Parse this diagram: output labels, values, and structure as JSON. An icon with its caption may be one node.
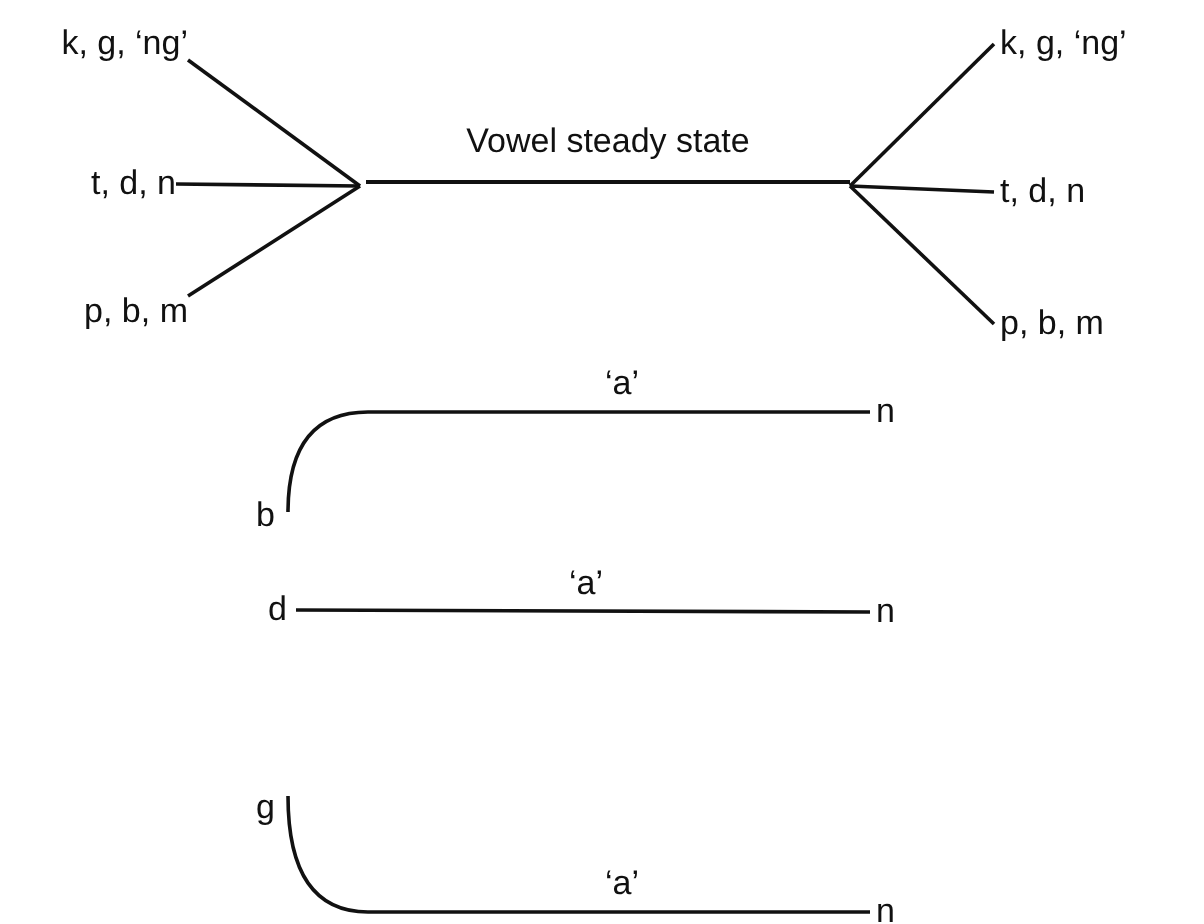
{
  "diagram": {
    "nodes": [
      {
        "text": [
          "k, g, ‘ng’"
        ]
      },
      {
        "text": [
          "t, d, n"
        ]
      },
      {
        "text": [
          "p, b, m"
        ]
      },
      {
        "text": [
          "Vowel steady state"
        ]
      },
      {
        "text": [
          "k, g, ‘ng’"
        ]
      },
      {
        "text": [
          "t, d, n"
        ]
      },
      {
        "text": [
          "p, b, m"
        ]
      },
      {
        "text": [
          "b"
        ]
      },
      {
        "text": [
          "n"
        ]
      },
      {
        "text": [
          "d"
        ]
      },
      {
        "text": [
          "n"
        ]
      },
      {
        "text": [
          "g"
        ]
      },
      {
        "text": [
          "n"
        ]
      }
    ],
    "edges": [
      {
        "from": 0,
        "to": 3,
        "arrow": "none"
      },
      {
        "from": 1,
        "to": 3,
        "arrow": "none"
      },
      {
        "from": 2,
        "to": 3,
        "arrow": "none"
      },
      {
        "from": 3,
        "to": 4,
        "arrow": "none"
      },
      {
        "from": 3,
        "to": 5,
        "arrow": "none"
      },
      {
        "from": 3,
        "to": 6,
        "arrow": "none"
      },
      {
        "from": 7,
        "to": 8,
        "arrow": "none",
        "label": "‘a’"
      },
      {
        "from": 9,
        "to": 10,
        "arrow": "none",
        "label": "‘a’"
      },
      {
        "from": 11,
        "to": 12,
        "arrow": "none",
        "label": "‘a’"
      }
    ]
  }
}
